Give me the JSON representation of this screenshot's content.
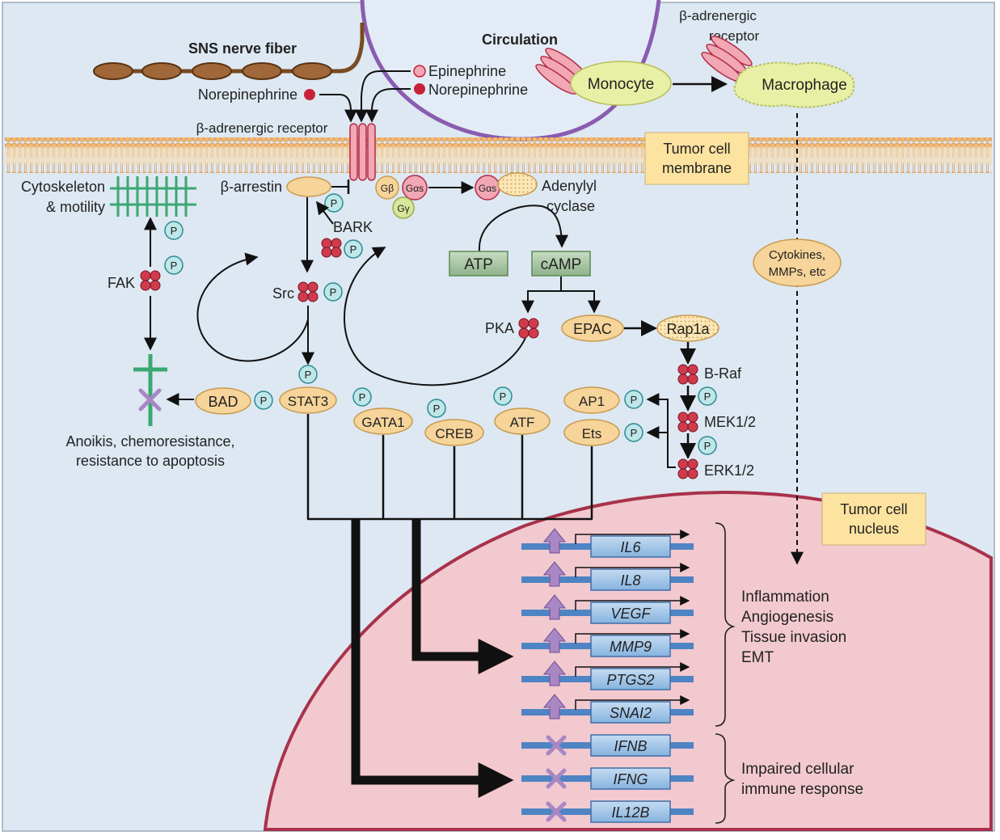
{
  "labels": {
    "sns_nerve_fiber": "SNS nerve fiber",
    "circulation": "Circulation",
    "beta_adrenergic_receptor_top_1": "β-adrenergic",
    "beta_adrenergic_receptor_top_2": "receptor",
    "norepinephrine_left": "Norepinephrine",
    "epinephrine": "Epinephrine",
    "norepinephrine_circ": "Norepinephrine",
    "monocyte": "Monocyte",
    "macrophage": "Macrophage",
    "beta_adrenergic_receptor_membrane": "β-adrenergic receptor",
    "tumor_cell_membrane_1": "Tumor cell",
    "tumor_cell_membrane_2": "membrane",
    "cytoskeleton_1": "Cytoskeleton",
    "cytoskeleton_2": "& motility",
    "beta_arrestin": "β-arrestin",
    "g_beta": "Gβ",
    "g_alpha_s": "Gαs",
    "g_gamma": "Gγ",
    "g_alpha_s_free": "Gαs",
    "adenylyl_1": "Adenylyl",
    "adenylyl_2": "cyclase",
    "bark": "BARK",
    "fak": "FAK",
    "src": "Src",
    "atp": "ATP",
    "camp": "cAMP",
    "cytokines_1": "Cytokines,",
    "cytokines_2": "MMPs, etc",
    "pka": "PKA",
    "epac": "EPAC",
    "rap1a": "Rap1a",
    "braf": "B-Raf",
    "mek": "MEK1/2",
    "erk": "ERK1/2",
    "bad": "BAD",
    "stat3": "STAT3",
    "gata1": "GATA1",
    "creb": "CREB",
    "atf": "ATF",
    "ap1": "AP1",
    "ets": "Ets",
    "p": "P",
    "anoikis_1": "Anoikis, chemoresistance,",
    "anoikis_2": "resistance to apoptosis",
    "tumor_cell_nucleus_1": "Tumor cell",
    "tumor_cell_nucleus_2": "nucleus",
    "outcome_1": "Inflammation",
    "outcome_2": "Angiogenesis",
    "outcome_3": "Tissue invasion",
    "outcome_4": "EMT",
    "outcome_5": "Impaired cellular",
    "outcome_6": "immune response"
  },
  "genes_up": [
    "IL6",
    "IL8",
    "VEGF",
    "MMP9",
    "PTGS2",
    "SNAI2"
  ],
  "genes_down": [
    "IFNB",
    "IFNG",
    "IL12B"
  ],
  "colors": {
    "cell_bg": "#dde8f2",
    "nucleus": "#f2c9cf",
    "nucleus_edge": "#a8324b",
    "membrane": "#f4b873",
    "protein": "#f6d49a",
    "kinase": "#cf3b4d",
    "phospho": "#bfe6e8",
    "gene_box": "#9fc6ea",
    "dna": "#4f84c4",
    "up_arrow": "#a887c4",
    "label_box": "#fde3a0",
    "green_node": "#a9c8a3",
    "cytoskeleton": "#4cb981"
  }
}
